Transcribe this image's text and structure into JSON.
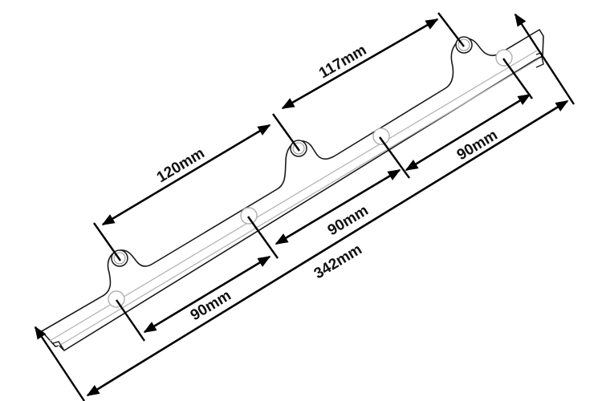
{
  "diagram": {
    "title": "",
    "subject": "mounting bracket plate with holes (angled technical drawing)",
    "colors": {
      "background": "#ffffff",
      "line": "#000000",
      "part_outline": "#1a1a1a",
      "hidden_detail": "#b5b5b5"
    },
    "dimensions": {
      "upper_left_span": {
        "label": "120mm",
        "value_mm": 120,
        "between": "left ear hole to middle ear hole"
      },
      "upper_right_span": {
        "label": "117mm",
        "value_mm": 117,
        "between": "middle ear hole to right ear hole"
      },
      "lower_span_1": {
        "label": "90mm",
        "value_mm": 90,
        "between": "lower hole 1 to lower hole 2"
      },
      "lower_span_2": {
        "label": "90mm",
        "value_mm": 90,
        "between": "lower hole 2 to lower hole 3"
      },
      "lower_span_3": {
        "label": "90mm",
        "value_mm": 90,
        "between": "lower hole 3 to lower hole 4"
      },
      "overall_length": {
        "label": "342mm",
        "value_mm": 342,
        "between": "left end to right end"
      }
    },
    "holes": {
      "ear_holes": 3,
      "lower_holes": 4
    }
  }
}
